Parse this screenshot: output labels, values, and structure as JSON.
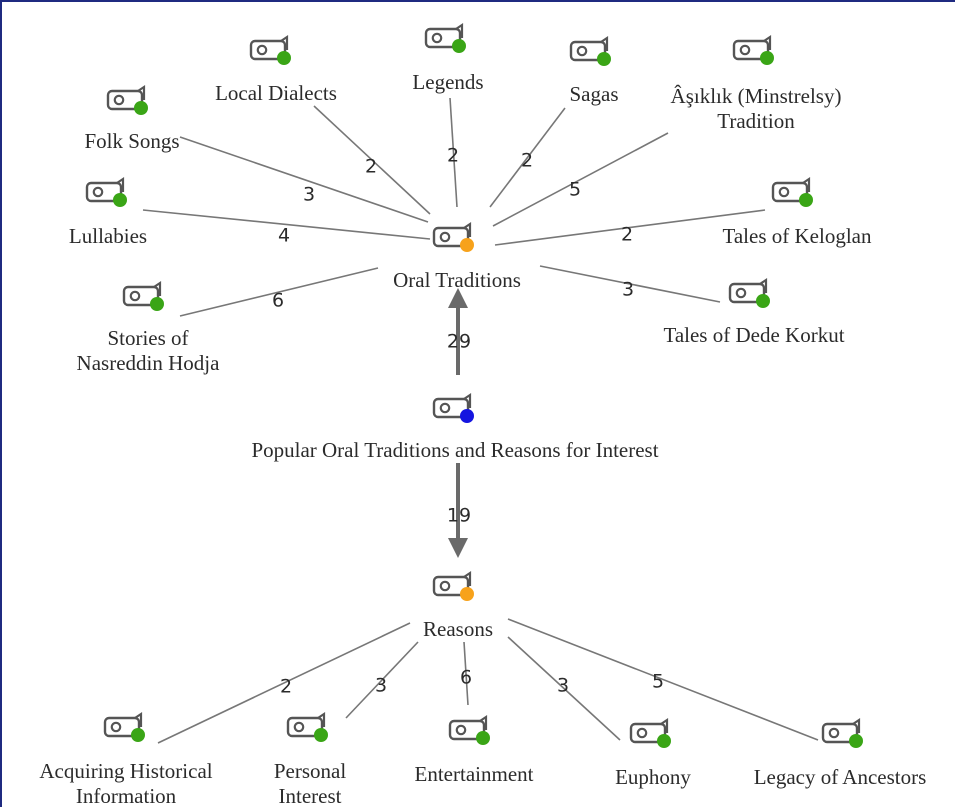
{
  "colors": {
    "leaf": "#3aa516",
    "category": "#f7a21b",
    "root": "#1515e0",
    "edge": "#777777",
    "arrow": "#6a6a6a"
  },
  "icon": "code-tag-icon",
  "nodes": {
    "root": {
      "label": "Popular Oral Traditions and Reasons for Interest",
      "status": "root"
    },
    "oral": {
      "label": "Oral Traditions",
      "status": "category"
    },
    "reasons": {
      "label": "Reasons",
      "status": "category"
    },
    "folk_songs": {
      "label": "Folk Songs",
      "status": "leaf"
    },
    "local_dialects": {
      "label": "Local Dialects",
      "status": "leaf"
    },
    "legends": {
      "label": "Legends",
      "status": "leaf"
    },
    "sagas": {
      "label": "Sagas",
      "status": "leaf"
    },
    "asiklik": {
      "label": "Âşıklık (Minstrelsy) Tradition",
      "status": "leaf"
    },
    "lullabies": {
      "label": "Lullabies",
      "status": "leaf"
    },
    "keloglan": {
      "label": "Tales of Keloglan",
      "status": "leaf"
    },
    "nasreddin": {
      "label": "Stories of Nasreddin Hodja",
      "status": "leaf"
    },
    "dede_korkut": {
      "label": "Tales of Dede Korkut",
      "status": "leaf"
    },
    "historical": {
      "label": "Acquiring Historical Information",
      "status": "leaf"
    },
    "personal": {
      "label": "Personal Interest",
      "status": "leaf"
    },
    "entertainment": {
      "label": "Entertainment",
      "status": "leaf"
    },
    "euphony": {
      "label": "Euphony",
      "status": "leaf"
    },
    "ancestors": {
      "label": "Legacy of Ancestors",
      "status": "leaf"
    }
  },
  "edges": [
    {
      "id": "root_oral",
      "from": "root",
      "to": "oral",
      "weight": "29",
      "arrow": true
    },
    {
      "id": "root_reasons",
      "from": "root",
      "to": "reasons",
      "weight": "19",
      "arrow": true
    },
    {
      "id": "oral_folk_songs",
      "from": "oral",
      "to": "folk_songs",
      "weight": "3"
    },
    {
      "id": "oral_local_dialects",
      "from": "oral",
      "to": "local_dialects",
      "weight": "2"
    },
    {
      "id": "oral_legends",
      "from": "oral",
      "to": "legends",
      "weight": "2"
    },
    {
      "id": "oral_sagas",
      "from": "oral",
      "to": "sagas",
      "weight": "2"
    },
    {
      "id": "oral_asiklik",
      "from": "oral",
      "to": "asiklik",
      "weight": "5"
    },
    {
      "id": "oral_lullabies",
      "from": "oral",
      "to": "lullabies",
      "weight": "4"
    },
    {
      "id": "oral_keloglan",
      "from": "oral",
      "to": "keloglan",
      "weight": "2"
    },
    {
      "id": "oral_nasreddin",
      "from": "oral",
      "to": "nasreddin",
      "weight": "6"
    },
    {
      "id": "oral_dede_korkut",
      "from": "oral",
      "to": "dede_korkut",
      "weight": "3"
    },
    {
      "id": "reasons_historical",
      "from": "reasons",
      "to": "historical",
      "weight": "2"
    },
    {
      "id": "reasons_personal",
      "from": "reasons",
      "to": "personal",
      "weight": "3"
    },
    {
      "id": "reasons_entertainment",
      "from": "reasons",
      "to": "entertainment",
      "weight": "6"
    },
    {
      "id": "reasons_euphony",
      "from": "reasons",
      "to": "euphony",
      "weight": "3"
    },
    {
      "id": "reasons_ancestors",
      "from": "reasons",
      "to": "ancestors",
      "weight": "5"
    }
  ]
}
